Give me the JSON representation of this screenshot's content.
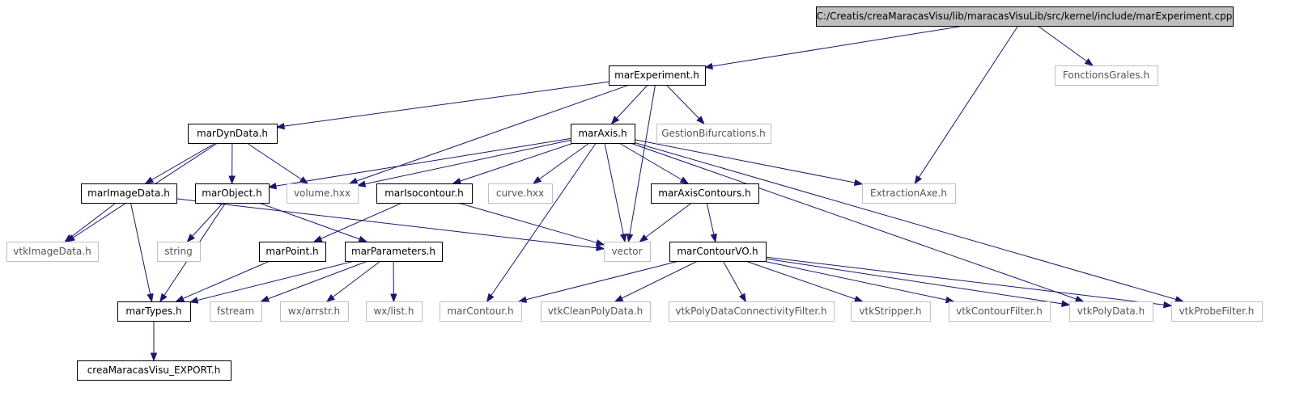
{
  "nodes": [
    {
      "id": "root",
      "label": "C:/Creatis/creaMaracasVisu/lib/maracasVisuLib/src/kernel/include/marExperiment.cpp",
      "kind": "root"
    },
    {
      "id": "marExperiment",
      "label": "marExperiment.h",
      "kind": "local"
    },
    {
      "id": "FonctionsGrales",
      "label": "FonctionsGrales.h",
      "kind": "system"
    },
    {
      "id": "marDynData",
      "label": "marDynData.h",
      "kind": "local"
    },
    {
      "id": "marAxis",
      "label": "marAxis.h",
      "kind": "local"
    },
    {
      "id": "GestionBifurcations",
      "label": "GestionBifurcations.h",
      "kind": "system"
    },
    {
      "id": "marImageData",
      "label": "marImageData.h",
      "kind": "local"
    },
    {
      "id": "marObject",
      "label": "marObject.h",
      "kind": "local"
    },
    {
      "id": "volume",
      "label": "volume.hxx",
      "kind": "system"
    },
    {
      "id": "marIsocontour",
      "label": "marIsocontour.h",
      "kind": "local"
    },
    {
      "id": "curve",
      "label": "curve.hxx",
      "kind": "system"
    },
    {
      "id": "marAxisContours",
      "label": "marAxisContours.h",
      "kind": "local"
    },
    {
      "id": "ExtractionAxe",
      "label": "ExtractionAxe.h",
      "kind": "system"
    },
    {
      "id": "vtkImageData",
      "label": "vtkImageData.h",
      "kind": "system"
    },
    {
      "id": "string",
      "label": "string",
      "kind": "system"
    },
    {
      "id": "marPoint",
      "label": "marPoint.h",
      "kind": "local"
    },
    {
      "id": "marParameters",
      "label": "marParameters.h",
      "kind": "local"
    },
    {
      "id": "vector",
      "label": "vector",
      "kind": "system"
    },
    {
      "id": "marContourVO",
      "label": "marContourVO.h",
      "kind": "local"
    },
    {
      "id": "marTypes",
      "label": "marTypes.h",
      "kind": "local"
    },
    {
      "id": "fstream",
      "label": "fstream",
      "kind": "system"
    },
    {
      "id": "wxarrstr",
      "label": "wx/arrstr.h",
      "kind": "system"
    },
    {
      "id": "wxlist",
      "label": "wx/list.h",
      "kind": "system"
    },
    {
      "id": "marContour",
      "label": "marContour.h",
      "kind": "system"
    },
    {
      "id": "vtkCleanPolyData",
      "label": "vtkCleanPolyData.h",
      "kind": "system"
    },
    {
      "id": "vtkPolyDataConnectivityFilter",
      "label": "vtkPolyDataConnectivityFilter.h",
      "kind": "system"
    },
    {
      "id": "vtkStripper",
      "label": "vtkStripper.h",
      "kind": "system"
    },
    {
      "id": "vtkContourFilter",
      "label": "vtkContourFilter.h",
      "kind": "system"
    },
    {
      "id": "vtkPolyData",
      "label": "vtkPolyData.h",
      "kind": "system"
    },
    {
      "id": "vtkProbeFilter",
      "label": "vtkProbeFilter.h",
      "kind": "system"
    },
    {
      "id": "creaMaracasVisuEXPORT",
      "label": "creaMaracasVisu_EXPORT.h",
      "kind": "local"
    }
  ],
  "edges": [
    [
      "root",
      "marExperiment"
    ],
    [
      "root",
      "FonctionsGrales"
    ],
    [
      "root",
      "ExtractionAxe"
    ],
    [
      "marExperiment",
      "marDynData"
    ],
    [
      "marExperiment",
      "marAxis"
    ],
    [
      "marExperiment",
      "GestionBifurcations"
    ],
    [
      "marExperiment",
      "volume"
    ],
    [
      "marExperiment",
      "vector"
    ],
    [
      "marDynData",
      "marImageData"
    ],
    [
      "marDynData",
      "marObject"
    ],
    [
      "marDynData",
      "volume"
    ],
    [
      "marDynData",
      "vtkImageData"
    ],
    [
      "marAxis",
      "marObject"
    ],
    [
      "marAxis",
      "volume"
    ],
    [
      "marAxis",
      "marIsocontour"
    ],
    [
      "marAxis",
      "curve"
    ],
    [
      "marAxis",
      "marAxisContours"
    ],
    [
      "marAxis",
      "ExtractionAxe"
    ],
    [
      "marAxis",
      "vector"
    ],
    [
      "marAxis",
      "marContour"
    ],
    [
      "marAxis",
      "vtkPolyData"
    ],
    [
      "marAxis",
      "vtkProbeFilter"
    ],
    [
      "marImageData",
      "vtkImageData"
    ],
    [
      "marImageData",
      "marTypes"
    ],
    [
      "marImageData",
      "vector"
    ],
    [
      "marObject",
      "string"
    ],
    [
      "marObject",
      "marTypes"
    ],
    [
      "marObject",
      "marParameters"
    ],
    [
      "marIsocontour",
      "marPoint"
    ],
    [
      "marIsocontour",
      "vector"
    ],
    [
      "marAxisContours",
      "vector"
    ],
    [
      "marAxisContours",
      "marContourVO"
    ],
    [
      "marPoint",
      "marTypes"
    ],
    [
      "marParameters",
      "marTypes"
    ],
    [
      "marParameters",
      "fstream"
    ],
    [
      "marParameters",
      "wxarrstr"
    ],
    [
      "marParameters",
      "wxlist"
    ],
    [
      "marContourVO",
      "marContour"
    ],
    [
      "marContourVO",
      "vtkCleanPolyData"
    ],
    [
      "marContourVO",
      "vtkPolyDataConnectivityFilter"
    ],
    [
      "marContourVO",
      "vtkStripper"
    ],
    [
      "marContourVO",
      "vtkContourFilter"
    ],
    [
      "marContourVO",
      "vtkPolyData"
    ],
    [
      "marContourVO",
      "vtkProbeFilter"
    ],
    [
      "marTypes",
      "creaMaracasVisuEXPORT"
    ]
  ],
  "colors": {
    "edge": "#191970",
    "root_fill": "#bfbfbf",
    "local_border": "#000000",
    "system_border": "#bfbfbf",
    "system_text": "#555555"
  }
}
